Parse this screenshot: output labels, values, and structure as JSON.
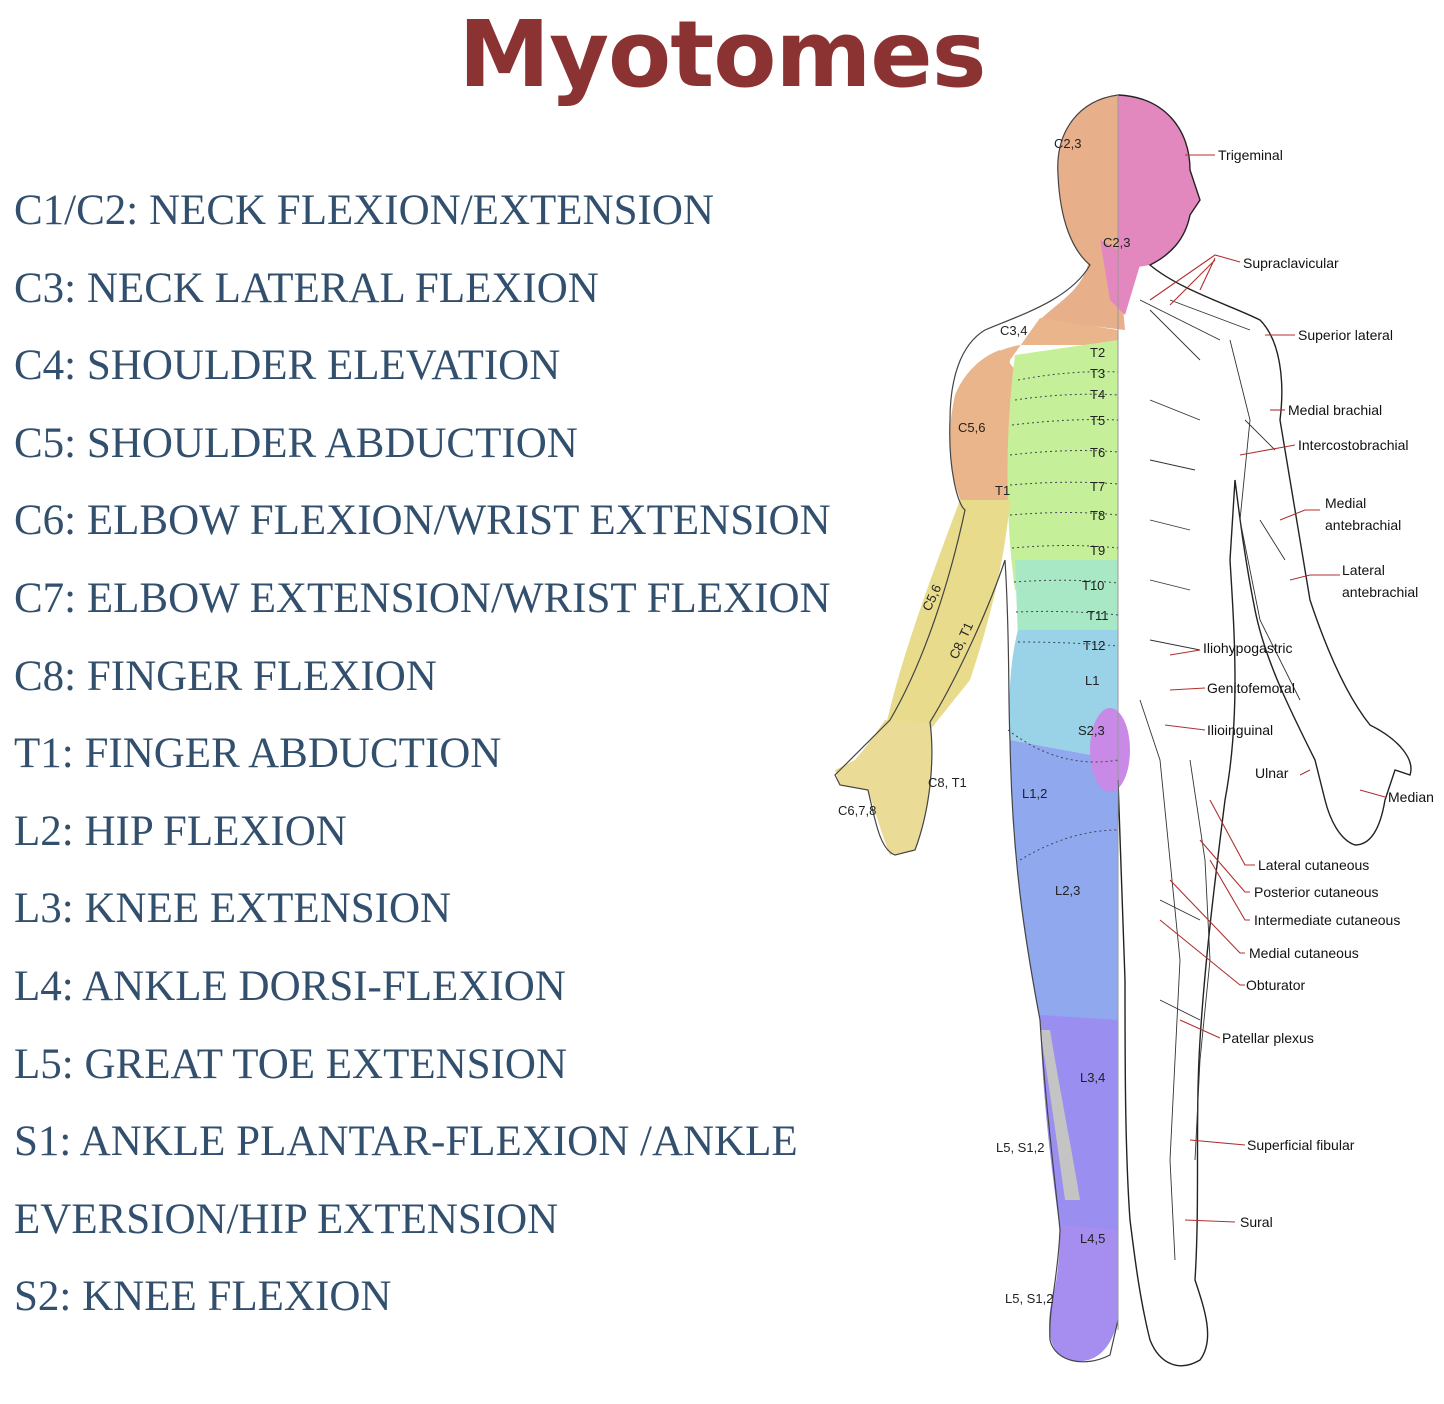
{
  "title": "Myotomes",
  "myotomes": [
    "C1/C2: NECK FLEXION/EXTENSION",
    "C3: NECK LATERAL FLEXION",
    "C4: SHOULDER ELEVATION",
    "C5: SHOULDER ABDUCTION",
    "C6: ELBOW FLEXION/WRIST EXTENSION",
    "C7: ELBOW EXTENSION/WRIST FLEXION",
    "C8: FINGER FLEXION",
    "T1: FINGER ABDUCTION",
    "L2: HIP FLEXION",
    "L3: KNEE EXTENSION",
    "L4: ANKLE DORSI-FLEXION",
    "L5: GREAT TOE EXTENSION",
    "S1: ANKLE PLANTAR-FLEXION /ANKLE",
    "EVERSION/HIP EXTENSION",
    "S2: KNEE FLEXION"
  ],
  "dermatome_labels": {
    "c23_head": "C2,3",
    "c23_neck": "C2,3",
    "c34": "C3,4",
    "t2": "T2",
    "t3": "T3",
    "t4": "T4",
    "t5": "T5",
    "t6": "T6",
    "t7": "T7",
    "t8": "T8",
    "t9": "T9",
    "t10": "T10",
    "t11": "T11",
    "t12": "T12",
    "c56_shoulder": "C5,6",
    "t1": "T1",
    "c56_arm": "C5,6",
    "c8t1_arm": "C8, T1",
    "l1": "L1",
    "s23": "S2,3",
    "c8t1_hand": "C8, T1",
    "c678": "C6,7,8",
    "l12": "L1,2",
    "l23": "L2,3",
    "l34": "L3,4",
    "l5s12_leg": "L5, S1,2",
    "l45": "L4,5",
    "l5s12_foot": "L5, S1,2"
  },
  "nerve_labels": {
    "trigeminal": "Trigeminal",
    "supraclavicular": "Supraclavicular",
    "superior_lateral": "Superior lateral",
    "medial_brachial": "Medial brachial",
    "intercostobrachial": "Intercostobrachial",
    "medial_antebrachial_1": "Medial",
    "medial_antebrachial_2": "antebrachial",
    "lateral_antebrachial_1": "Lateral",
    "lateral_antebrachial_2": "antebrachial",
    "iliohypogastric": "Iliohypogastric",
    "genitofemoral": "Genitofemoral",
    "ilioinguinal": "Ilioinguinal",
    "ulnar": "Ulnar",
    "median": "Median",
    "lateral_cutaneous": "Lateral cutaneous",
    "posterior_cutaneous": "Posterior cutaneous",
    "intermediate_cutaneous": "Intermediate cutaneous",
    "medial_cutaneous": "Medial cutaneous",
    "obturator": "Obturator",
    "patellar_plexus": "Patellar plexus",
    "superficial_fibular": "Superficial fibular",
    "sural": "Sural"
  },
  "colors": {
    "title": "#8b3333",
    "list_text": "#32506e",
    "head_pink": "#e387bf",
    "neck_orange": "#e8b08a",
    "shoulder_tan": "#eab58a",
    "arm_yellow": "#e8dc8c",
    "chest_green": "#c6ef9a",
    "abdomen_teal": "#a9e8c4",
    "lower_abdomen_blue": "#9ad2e8",
    "thigh_blue": "#8fa8ee",
    "leg_violet": "#9a8ef0",
    "foot_purple": "#a68ef0",
    "lateral_leg_gray": "#c4c4c4",
    "groin_magenta": "#c88ae6"
  }
}
